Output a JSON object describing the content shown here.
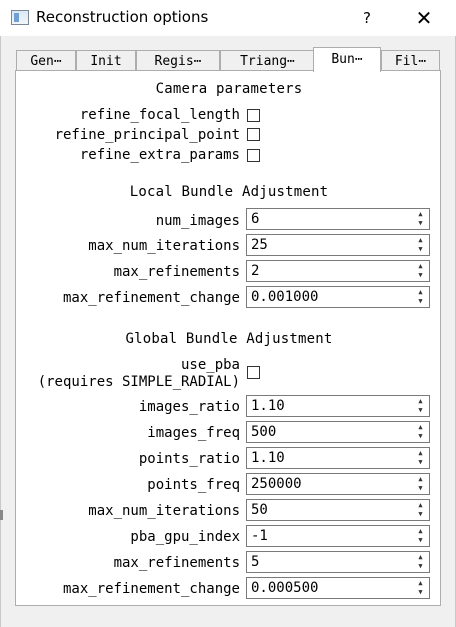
{
  "window": {
    "title": "Reconstruction options",
    "help_label": "?",
    "close_label": "✕"
  },
  "tabs": [
    {
      "label": "Gen⋯",
      "active": false
    },
    {
      "label": "Init",
      "active": false
    },
    {
      "label": "Regis⋯",
      "active": false
    },
    {
      "label": "Triang⋯",
      "active": false
    },
    {
      "label": "Bun⋯",
      "active": true
    },
    {
      "label": "Fil⋯",
      "active": false
    }
  ],
  "camera_parameters": {
    "title": "Camera parameters",
    "refine_focal_length": {
      "label": "refine_focal_length",
      "checked": false
    },
    "refine_principal_point": {
      "label": "refine_principal_point",
      "checked": false
    },
    "refine_extra_params": {
      "label": "refine_extra_params",
      "checked": false
    }
  },
  "local_ba": {
    "title": "Local Bundle Adjustment",
    "num_images": {
      "label": "num_images",
      "value": "6"
    },
    "max_num_iterations": {
      "label": "max_num_iterations",
      "value": "25"
    },
    "max_refinements": {
      "label": "max_refinements",
      "value": "2"
    },
    "max_refinement_change": {
      "label": "max_refinement_change",
      "value": "0.001000"
    }
  },
  "global_ba": {
    "title": "Global Bundle Adjustment",
    "use_pba": {
      "label_line1": "use_pba",
      "label_line2": "(requires SIMPLE_RADIAL)",
      "checked": false
    },
    "images_ratio": {
      "label": "images_ratio",
      "value": "1.10"
    },
    "images_freq": {
      "label": "images_freq",
      "value": "500"
    },
    "points_ratio": {
      "label": "points_ratio",
      "value": "1.10"
    },
    "points_freq": {
      "label": "points_freq",
      "value": "250000"
    },
    "max_num_iterations": {
      "label": "max_num_iterations",
      "value": "50"
    },
    "pba_gpu_index": {
      "label": "pba_gpu_index",
      "value": "-1"
    },
    "max_refinements": {
      "label": "max_refinements",
      "value": "5"
    },
    "max_refinement_change": {
      "label": "max_refinement_change",
      "value": "0.000500"
    }
  },
  "icons": {
    "spin_up": "▲",
    "spin_down": "▼"
  }
}
